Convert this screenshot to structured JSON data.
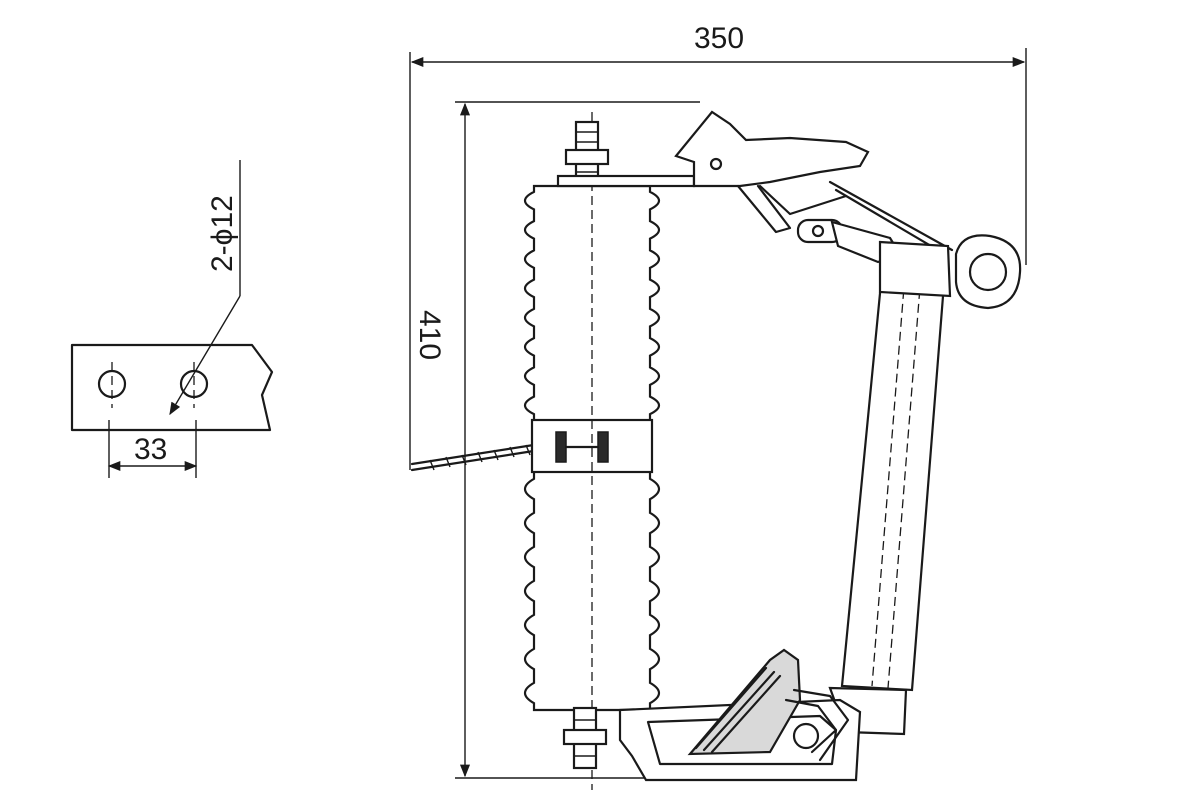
{
  "dimensions": {
    "overall_width": "350",
    "overall_height": "410",
    "hole_spacing": "33",
    "hole_spec": "2-ϕ12"
  },
  "colors": {
    "line": "#1a1a1a",
    "background": "#ffffff",
    "shade": "#d9d9d9"
  }
}
